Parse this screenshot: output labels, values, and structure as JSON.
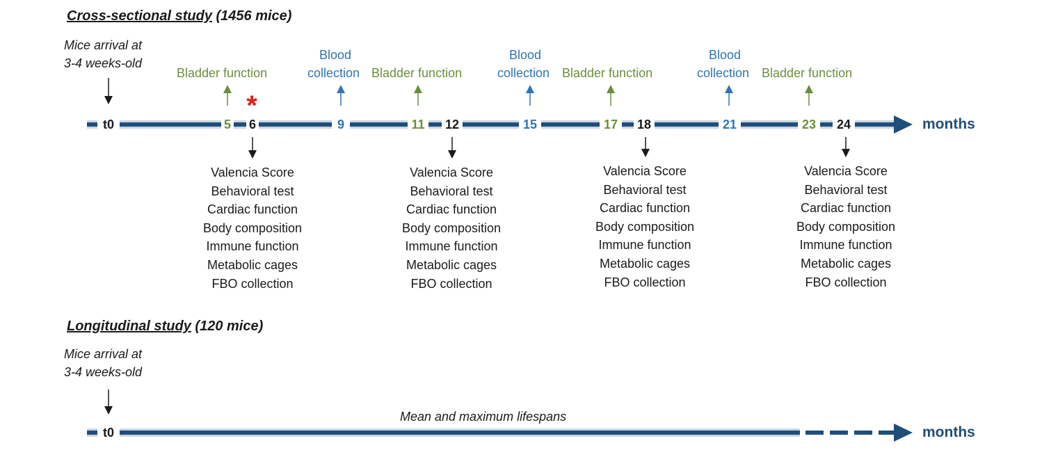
{
  "cross_sectional": {
    "title_underlined": "Cross-sectional study",
    "title_rest": " (1456 mice)",
    "arrival": [
      "Mice arrival at",
      "3-4 weeks-old"
    ],
    "start": "t0",
    "unit": "months",
    "bladder": "Bladder function",
    "blood": [
      "Blood",
      "collection"
    ],
    "bladder_months": [
      "5",
      "11",
      "17",
      "23"
    ],
    "blood_months": [
      "9",
      "15",
      "21"
    ],
    "eval_months": [
      "6",
      "12",
      "18",
      "24"
    ],
    "assessments": [
      "Valencia Score",
      "Behavioral test",
      "Cardiac function",
      "Body composition",
      "Immune function",
      "Metabolic cages",
      "FBO collection"
    ],
    "star": "*"
  },
  "longitudinal": {
    "title_underlined": "Longitudinal study",
    "title_rest": " (120 mice)",
    "arrival": [
      "Mice arrival at",
      "3-4 weeks-old"
    ],
    "start": "t0",
    "unit": "months",
    "note": "Mean and maximum lifespans"
  },
  "colors": {
    "timeline": "#1f4e79",
    "timeline_light": "#c9d6e3",
    "bladder": "#6b8e3a",
    "blood": "#2e75b6",
    "highlight": "#e0201b",
    "text": "#1a1a1a"
  }
}
